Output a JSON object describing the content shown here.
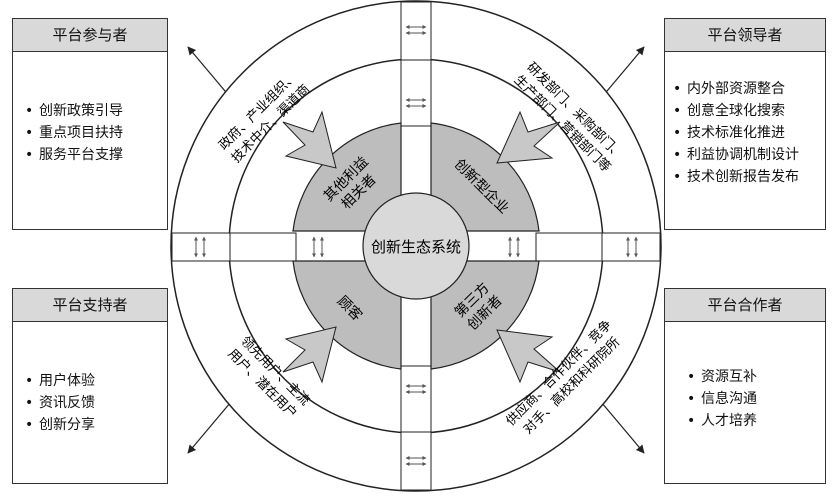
{
  "center_label": "创新生态系统",
  "core_segments": {
    "top_left": [
      "其他利益",
      "相关者"
    ],
    "top_right": [
      "创新型企业"
    ],
    "bottom_left": [
      "顾客"
    ],
    "bottom_right": [
      "第三方",
      "创新者"
    ]
  },
  "ring_labels": {
    "top_left": [
      "政府、产业组织、",
      "技术中介、渠道商"
    ],
    "top_right": [
      "研发部门、采购部门、",
      "生产部门、营销部门等"
    ],
    "bottom_left": [
      "领先用户、主流",
      "用户、潜在用户"
    ],
    "bottom_right": [
      "供应商、合作伙伴、竞争",
      "对手、高校和科研院所"
    ]
  },
  "boxes": {
    "top_left": {
      "title": "平台参与者",
      "items": [
        "创新政策引导",
        "重点项目扶持",
        "服务平台支撑"
      ]
    },
    "top_right": {
      "title": "平台领导者",
      "items": [
        "内外部资源整合",
        "创意全球化搜索",
        "技术标准化推进",
        "利益协调机制设计",
        "技术创新报告发布"
      ]
    },
    "bottom_left": {
      "title": "平台支持者",
      "items": [
        "用户体验",
        "资讯反馈",
        "创新分享"
      ]
    },
    "bottom_right": {
      "title": "平台合作者",
      "items": [
        "资源互补",
        "信息沟通",
        "人才培养"
      ]
    }
  }
}
